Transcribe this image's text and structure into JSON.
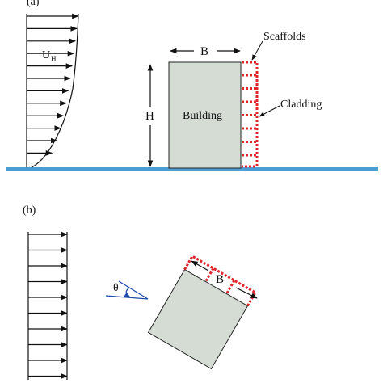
{
  "panel_a": {
    "label": "(a)",
    "velocity_label": "U",
    "velocity_subscript": "H",
    "width_label": "B",
    "height_label": "H",
    "building_label": "Building",
    "scaffolds_label": "Scaffolds",
    "cladding_label": "Cladding"
  },
  "panel_b": {
    "label": "(b)",
    "width_label": "B",
    "angle_label": "θ"
  },
  "colors": {
    "building_fill": "#d4dcd4",
    "scaffold": "#e0242c",
    "ground": "#4a9ed4",
    "angle": "#1f4aa8",
    "ink": "#111111"
  },
  "icons": {
    "wind_arrows": "right-arrow",
    "dimension_arrows": "double-headed-arrow"
  }
}
